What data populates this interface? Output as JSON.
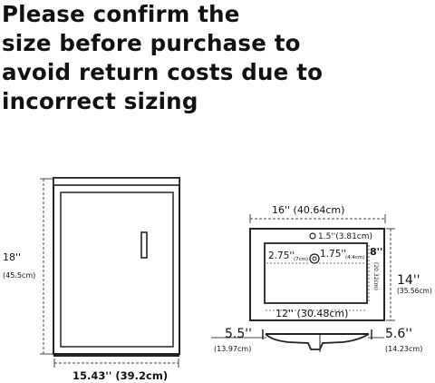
{
  "headline": {
    "lines": [
      "Please confirm the",
      "size before purchase to",
      "avoid return costs due to",
      "incorrect sizing"
    ]
  },
  "cabinet": {
    "height_in": "18''",
    "height_cm": "(45.5cm)",
    "width_label": "15.43''  (39.2cm)"
  },
  "countertop": {
    "width_label": "16''  (40.64cm)",
    "faucet_offset": "1.5''(3.81cm)",
    "left_drain": "2.75''",
    "left_drain_cm": "(7cm)",
    "right_drain": "1.75''",
    "right_drain_cm": "(4.4cm)",
    "basin_depth": "8''",
    "basin_depth_cm": "(20.32cm)",
    "depth_in": "14''",
    "depth_cm": "(35.56cm)",
    "basin_width": "12''  (30.48cm)"
  },
  "profile": {
    "left_in": "5.5''",
    "left_cm": "(13.97cm)",
    "right_in": "5.6''",
    "right_cm": "(14.23cm)"
  }
}
